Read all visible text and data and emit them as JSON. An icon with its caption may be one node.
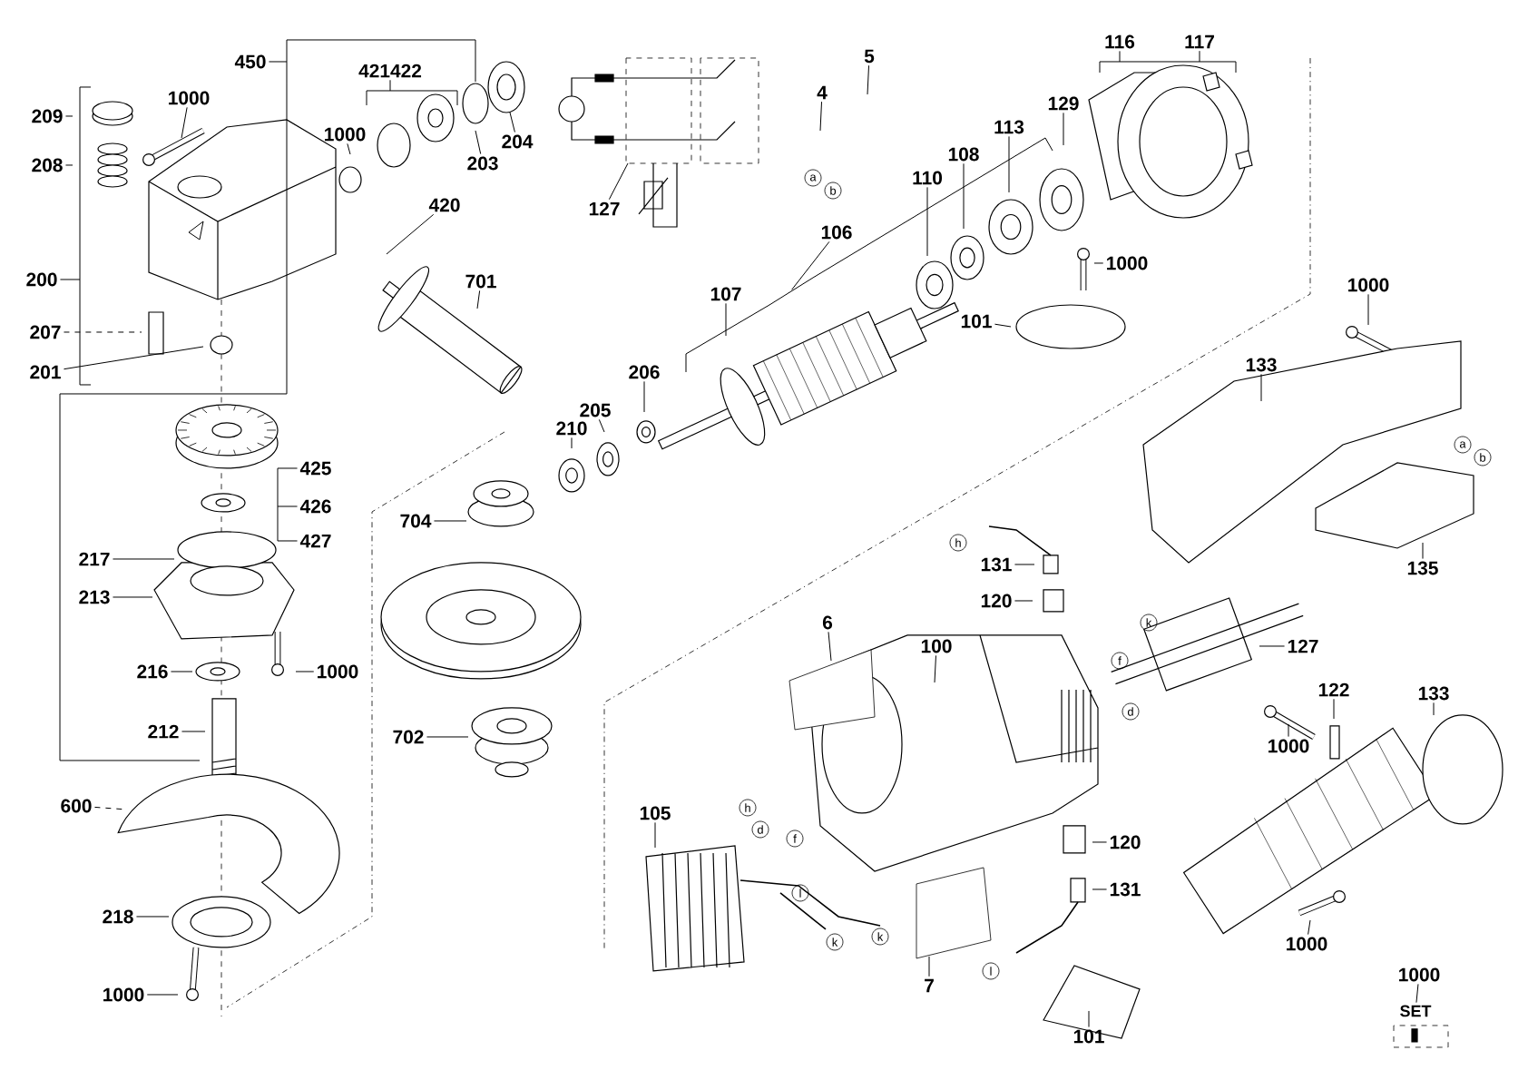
{
  "diagram": {
    "nodes": [
      {
        "text": [
          "450"
        ]
      },
      {
        "text": [
          "209"
        ]
      },
      {
        "text": [
          "1000"
        ]
      },
      {
        "text": [
          "208"
        ]
      },
      {
        "text": [
          "1000"
        ]
      },
      {
        "text": [
          "421422"
        ]
      },
      {
        "text": [
          "203"
        ]
      },
      {
        "text": [
          "204"
        ]
      },
      {
        "text": [
          "420"
        ]
      },
      {
        "text": [
          "200"
        ]
      },
      {
        "text": [
          "701"
        ]
      },
      {
        "text": [
          "207"
        ]
      },
      {
        "text": [
          "201"
        ]
      },
      {
        "text": [
          "425"
        ]
      },
      {
        "text": [
          "426"
        ]
      },
      {
        "text": [
          "427"
        ]
      },
      {
        "text": [
          "704"
        ]
      },
      {
        "text": [
          "217"
        ]
      },
      {
        "text": [
          "213"
        ]
      },
      {
        "text": [
          "216"
        ]
      },
      {
        "text": [
          "1000"
        ]
      },
      {
        "text": [
          "212"
        ]
      },
      {
        "text": [
          "702"
        ]
      },
      {
        "text": [
          "600"
        ]
      },
      {
        "text": [
          "218"
        ]
      },
      {
        "text": [
          "1000"
        ]
      },
      {
        "text": [
          "5"
        ]
      },
      {
        "text": [
          "4"
        ]
      },
      {
        "text": [
          "127"
        ]
      },
      {
        "text": [
          "106"
        ]
      },
      {
        "text": [
          "107"
        ]
      },
      {
        "text": [
          "206"
        ]
      },
      {
        "text": [
          "205"
        ]
      },
      {
        "text": [
          "210"
        ]
      },
      {
        "text": [
          "110"
        ]
      },
      {
        "text": [
          "108"
        ]
      },
      {
        "text": [
          "113"
        ]
      },
      {
        "text": [
          "129"
        ]
      },
      {
        "text": [
          "116"
        ]
      },
      {
        "text": [
          "117"
        ]
      },
      {
        "text": [
          "101"
        ]
      },
      {
        "text": [
          "1000"
        ]
      },
      {
        "text": [
          "1000"
        ]
      },
      {
        "text": [
          "133"
        ]
      },
      {
        "text": [
          "131"
        ]
      },
      {
        "text": [
          "120"
        ]
      },
      {
        "text": [
          "135"
        ]
      },
      {
        "text": [
          "6"
        ]
      },
      {
        "text": [
          "100"
        ]
      },
      {
        "text": [
          "127"
        ]
      },
      {
        "text": [
          "122"
        ]
      },
      {
        "text": [
          "133"
        ]
      },
      {
        "text": [
          "1000"
        ]
      },
      {
        "text": [
          "105"
        ]
      },
      {
        "text": [
          "120"
        ]
      },
      {
        "text": [
          "131"
        ]
      },
      {
        "text": [
          "1000"
        ]
      },
      {
        "text": [
          "7"
        ]
      },
      {
        "text": [
          "101"
        ]
      },
      {
        "text": [
          "1000"
        ]
      },
      {
        "text": [
          "SET"
        ]
      },
      {
        "text": [],
        "shape": "bracket"
      },
      {
        "text": [],
        "shape": "bracket"
      },
      {
        "text": [],
        "shape": "bracket"
      },
      {
        "text": [],
        "shape": "bracket"
      },
      {
        "text": [],
        "shape": "bracket"
      },
      {
        "text": [],
        "shape": "bracket"
      }
    ],
    "edges": [
      {
        "from": 0,
        "to": 61,
        "arrow": "none"
      },
      {
        "from": 1,
        "to": null,
        "arrow": "none"
      },
      {
        "from": 2,
        "to": null,
        "arrow": "none"
      },
      {
        "from": 3,
        "to": null,
        "arrow": "none"
      },
      {
        "from": 4,
        "to": null,
        "arrow": "none"
      },
      {
        "from": 5,
        "to": 62,
        "arrow": "none"
      },
      {
        "from": 6,
        "to": null,
        "arrow": "none"
      },
      {
        "from": 7,
        "to": null,
        "arrow": "none"
      },
      {
        "from": 8,
        "to": null,
        "arrow": "none"
      },
      {
        "from": 9,
        "to": 63,
        "arrow": "none"
      },
      {
        "from": 10,
        "to": null,
        "arrow": "none"
      },
      {
        "from": 11,
        "to": null,
        "arrow": "none",
        "style": "dashed"
      },
      {
        "from": 12,
        "to": null,
        "arrow": "none"
      },
      {
        "from": 13,
        "to": 64,
        "arrow": "none"
      },
      {
        "from": 14,
        "to": 64,
        "arrow": "none"
      },
      {
        "from": 15,
        "to": 64,
        "arrow": "none"
      },
      {
        "from": 16,
        "to": null,
        "arrow": "none"
      },
      {
        "from": 17,
        "to": null,
        "arrow": "none"
      },
      {
        "from": 18,
        "to": null,
        "arrow": "none"
      },
      {
        "from": 19,
        "to": null,
        "arrow": "none"
      },
      {
        "from": 20,
        "to": null,
        "arrow": "none"
      },
      {
        "from": 21,
        "to": null,
        "arrow": "none"
      },
      {
        "from": 22,
        "to": null,
        "arrow": "none"
      },
      {
        "from": 23,
        "to": null,
        "arrow": "none",
        "style": "dashed"
      },
      {
        "from": 24,
        "to": null,
        "arrow": "none"
      },
      {
        "from": 25,
        "to": null,
        "arrow": "none"
      },
      {
        "from": 26,
        "to": null,
        "arrow": "none"
      },
      {
        "from": 27,
        "to": null,
        "arrow": "none"
      },
      {
        "from": 28,
        "to": null,
        "arrow": "none"
      },
      {
        "from": 29,
        "to": 66,
        "arrow": "none"
      },
      {
        "from": 30,
        "to": null,
        "arrow": "none"
      },
      {
        "from": 31,
        "to": null,
        "arrow": "none"
      },
      {
        "from": 32,
        "to": null,
        "arrow": "none"
      },
      {
        "from": 33,
        "to": null,
        "arrow": "none"
      },
      {
        "from": 34,
        "to": null,
        "arrow": "none"
      },
      {
        "from": 35,
        "to": null,
        "arrow": "none"
      },
      {
        "from": 36,
        "to": null,
        "arrow": "none"
      },
      {
        "from": 37,
        "to": null,
        "arrow": "none"
      },
      {
        "from": 38,
        "to": 65,
        "arrow": "none"
      },
      {
        "from": 39,
        "to": 65,
        "arrow": "none"
      },
      {
        "from": 40,
        "to": null,
        "arrow": "none"
      },
      {
        "from": 41,
        "to": null,
        "arrow": "none"
      },
      {
        "from": 42,
        "to": null,
        "arrow": "none"
      },
      {
        "from": 43,
        "to": null,
        "arrow": "none"
      },
      {
        "from": 44,
        "to": null,
        "arrow": "none"
      },
      {
        "from": 45,
        "to": null,
        "arrow": "none"
      },
      {
        "from": 46,
        "to": null,
        "arrow": "none"
      },
      {
        "from": 47,
        "to": null,
        "arrow": "none"
      },
      {
        "from": 48,
        "to": null,
        "arrow": "none"
      },
      {
        "from": 49,
        "to": null,
        "arrow": "none"
      },
      {
        "from": 50,
        "to": null,
        "arrow": "none"
      },
      {
        "from": 51,
        "to": null,
        "arrow": "none"
      },
      {
        "from": 52,
        "to": null,
        "arrow": "none"
      },
      {
        "from": 53,
        "to": null,
        "arrow": "none"
      },
      {
        "from": 54,
        "to": null,
        "arrow": "none"
      },
      {
        "from": 55,
        "to": null,
        "arrow": "none"
      },
      {
        "from": 56,
        "to": null,
        "arrow": "none"
      },
      {
        "from": 57,
        "to": null,
        "arrow": "none"
      },
      {
        "from": 58,
        "to": null,
        "arrow": "none"
      },
      {
        "from": 59,
        "to": 60,
        "arrow": "none"
      }
    ],
    "labels": [
      "a",
      "b",
      "a",
      "b",
      "h",
      "k",
      "f",
      "d",
      "h",
      "d",
      "f",
      "l",
      "k",
      "k",
      "l"
    ]
  }
}
